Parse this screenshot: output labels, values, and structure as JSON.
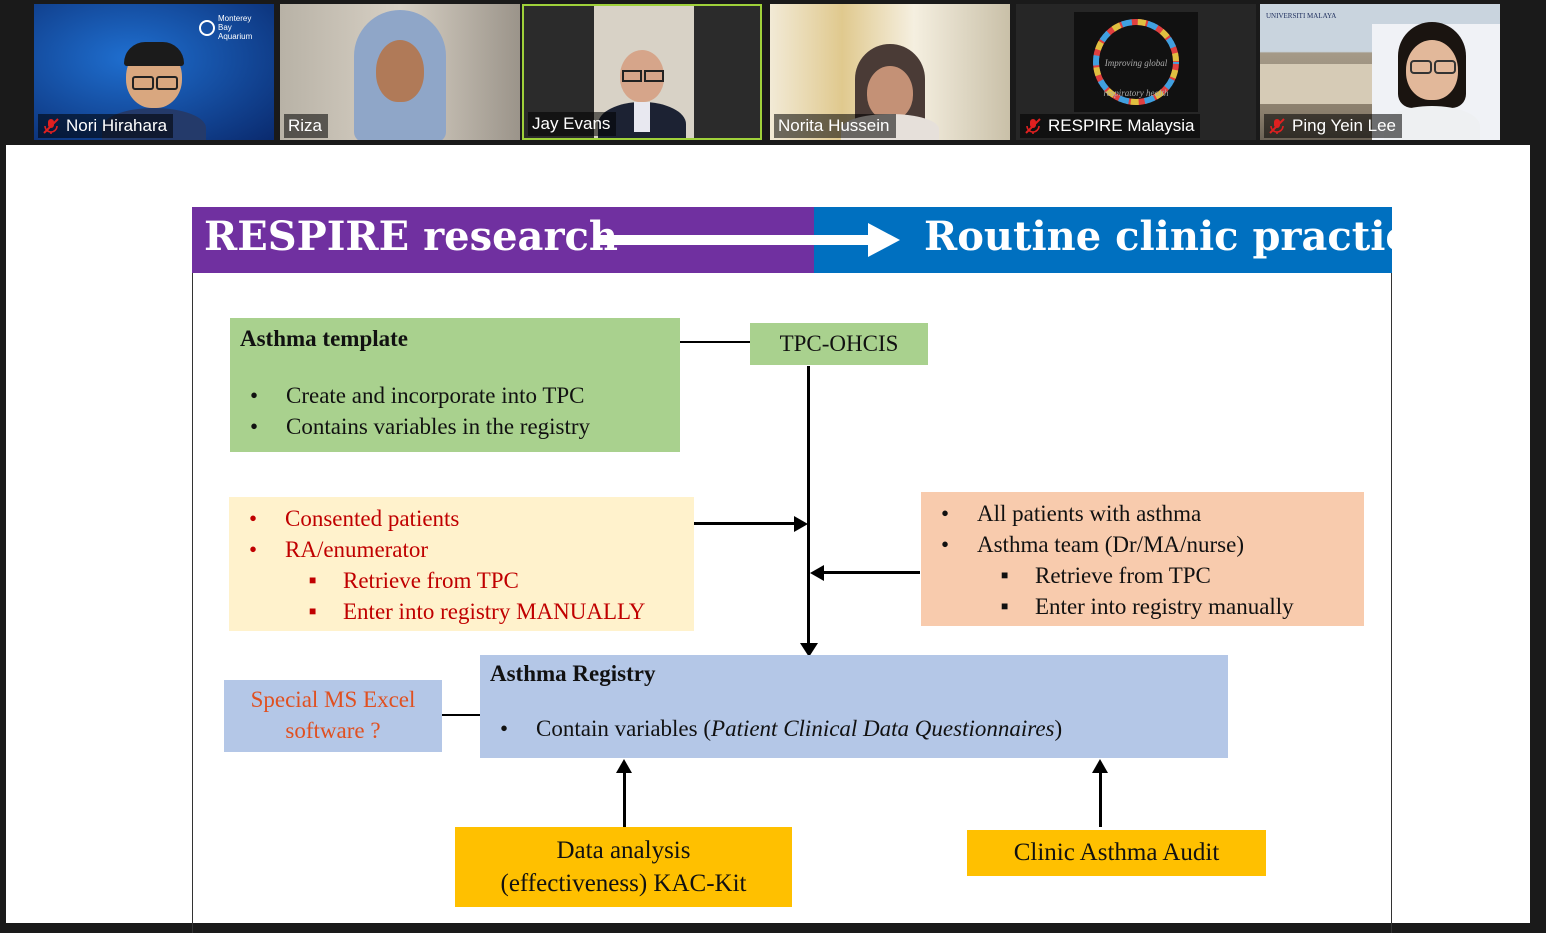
{
  "participants": [
    {
      "name": "Nori Hirahara",
      "muted": true,
      "active": false,
      "logo_text": "Monterey Bay Aquarium"
    },
    {
      "name": "Riza",
      "muted": false,
      "active": false
    },
    {
      "name": "Jay Evans",
      "muted": false,
      "active": true
    },
    {
      "name": "Norita Hussein",
      "muted": false,
      "active": false
    },
    {
      "name": "RESPIRE Malaysia",
      "muted": true,
      "active": false,
      "logo_lines": [
        "Improving global",
        "respiratory health"
      ]
    },
    {
      "name": "Ping Yein Lee",
      "muted": true,
      "active": false,
      "logo_text": "UNIVERSITI MALAYA"
    }
  ],
  "slide": {
    "banner_left": "RESPIRE research",
    "banner_right": "Routine clinic practice",
    "template_box": {
      "title": "Asthma template",
      "items": [
        "Create and incorporate into TPC",
        "Contains variables in the registry"
      ]
    },
    "tpc_box": "TPC-OHCIS",
    "consent_box": {
      "items": [
        "Consented patients",
        "RA/enumerator"
      ],
      "subitems": [
        "Retrieve from TPC",
        "Enter into registry MANUALLY"
      ]
    },
    "all_patients_box": {
      "items": [
        "All patients with asthma",
        "Asthma team (Dr/MA/nurse)"
      ],
      "subitems": [
        "Retrieve from TPC",
        "Enter into registry manually"
      ]
    },
    "excel_box": [
      "Special MS Excel",
      "software ?"
    ],
    "registry_box": {
      "title": "Asthma Registry",
      "item_prefix": "Contain variables (",
      "item_italic": "Patient Clinical Data Questionnaires",
      "item_suffix": ")"
    },
    "analysis_box": [
      "Data analysis",
      "(effectiveness) KAC-Kit"
    ],
    "audit_box": "Clinic Asthma Audit"
  },
  "colors": {
    "purple": "#7030a0",
    "blue": "#0070c0",
    "green": "#a9d18e",
    "cream": "#fff2cc",
    "peach": "#f8cbad",
    "lavender": "#b4c7e7",
    "gold": "#ffc000",
    "red_text": "#c00000",
    "orange_text": "#e05020",
    "active_border": "#9fd13a"
  },
  "icons": [
    "mic-muted-icon",
    "arrow-right-icon"
  ]
}
